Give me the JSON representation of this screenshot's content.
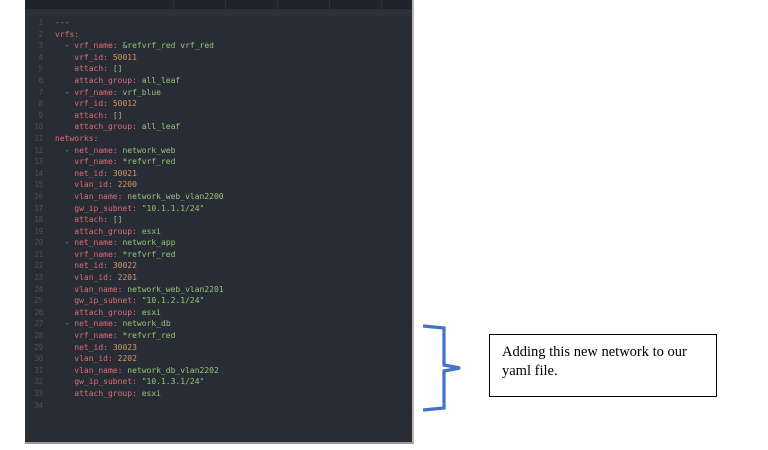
{
  "editor": {
    "theme_background": "#282c34",
    "gutter_color": "#4b5160",
    "key_color": "#e06c75",
    "value_color": "#98c379",
    "number_color": "#d19a66",
    "lines": [
      {
        "num": "1",
        "indent": 0,
        "tokens": [
          {
            "t": "---",
            "c": "t-key"
          }
        ]
      },
      {
        "num": "2",
        "indent": 0,
        "tokens": [
          {
            "t": "vrfs:",
            "c": "t-key"
          }
        ]
      },
      {
        "num": "3",
        "indent": 2,
        "tokens": [
          {
            "t": "- ",
            "c": "t-dash"
          },
          {
            "t": "vrf_name:",
            "c": "t-key"
          },
          {
            "t": " ",
            "c": "t-punct"
          },
          {
            "t": "&refvrf_red vrf_red",
            "c": "t-val"
          }
        ]
      },
      {
        "num": "4",
        "indent": 4,
        "tokens": [
          {
            "t": "vrf_id:",
            "c": "t-key"
          },
          {
            "t": " ",
            "c": "t-punct"
          },
          {
            "t": "50011",
            "c": "t-num"
          }
        ]
      },
      {
        "num": "5",
        "indent": 4,
        "tokens": [
          {
            "t": "attach:",
            "c": "t-key"
          },
          {
            "t": " ",
            "c": "t-punct"
          },
          {
            "t": "[]",
            "c": "t-val"
          }
        ]
      },
      {
        "num": "6",
        "indent": 4,
        "tokens": [
          {
            "t": "attach_group:",
            "c": "t-key"
          },
          {
            "t": " ",
            "c": "t-punct"
          },
          {
            "t": "all_leaf",
            "c": "t-val"
          }
        ]
      },
      {
        "num": "7",
        "indent": 2,
        "tokens": [
          {
            "t": "- ",
            "c": "t-dash"
          },
          {
            "t": "vrf_name:",
            "c": "t-key"
          },
          {
            "t": " ",
            "c": "t-punct"
          },
          {
            "t": "vrf_blue",
            "c": "t-val"
          }
        ]
      },
      {
        "num": "8",
        "indent": 4,
        "tokens": [
          {
            "t": "vrf_id:",
            "c": "t-key"
          },
          {
            "t": " ",
            "c": "t-punct"
          },
          {
            "t": "50012",
            "c": "t-num"
          }
        ]
      },
      {
        "num": "9",
        "indent": 4,
        "tokens": [
          {
            "t": "attach:",
            "c": "t-key"
          },
          {
            "t": " ",
            "c": "t-punct"
          },
          {
            "t": "[]",
            "c": "t-val"
          }
        ]
      },
      {
        "num": "10",
        "indent": 4,
        "tokens": [
          {
            "t": "attach_group:",
            "c": "t-key"
          },
          {
            "t": " ",
            "c": "t-punct"
          },
          {
            "t": "all_leaf",
            "c": "t-val"
          }
        ]
      },
      {
        "num": "11",
        "indent": 0,
        "tokens": [
          {
            "t": "networks:",
            "c": "t-key"
          }
        ]
      },
      {
        "num": "12",
        "indent": 2,
        "tokens": [
          {
            "t": "- ",
            "c": "t-dash"
          },
          {
            "t": "net_name:",
            "c": "t-key"
          },
          {
            "t": " ",
            "c": "t-punct"
          },
          {
            "t": "network_web",
            "c": "t-val"
          }
        ]
      },
      {
        "num": "13",
        "indent": 4,
        "tokens": [
          {
            "t": "vrf_name:",
            "c": "t-key"
          },
          {
            "t": " ",
            "c": "t-punct"
          },
          {
            "t": "*refvrf_red",
            "c": "t-val"
          }
        ]
      },
      {
        "num": "14",
        "indent": 4,
        "tokens": [
          {
            "t": "net_id:",
            "c": "t-key"
          },
          {
            "t": " ",
            "c": "t-punct"
          },
          {
            "t": "30021",
            "c": "t-num"
          }
        ]
      },
      {
        "num": "15",
        "indent": 4,
        "tokens": [
          {
            "t": "vlan_id:",
            "c": "t-key"
          },
          {
            "t": " ",
            "c": "t-punct"
          },
          {
            "t": "2200",
            "c": "t-num"
          }
        ]
      },
      {
        "num": "16",
        "indent": 4,
        "tokens": [
          {
            "t": "vlan_name:",
            "c": "t-key"
          },
          {
            "t": " ",
            "c": "t-punct"
          },
          {
            "t": "network_web_vlan2200",
            "c": "t-val"
          }
        ]
      },
      {
        "num": "17",
        "indent": 4,
        "tokens": [
          {
            "t": "gw_ip_subnet:",
            "c": "t-key"
          },
          {
            "t": " ",
            "c": "t-punct"
          },
          {
            "t": "\"10.1.1.1/24\"",
            "c": "t-str"
          }
        ]
      },
      {
        "num": "18",
        "indent": 4,
        "tokens": [
          {
            "t": "attach:",
            "c": "t-key"
          },
          {
            "t": " ",
            "c": "t-punct"
          },
          {
            "t": "[]",
            "c": "t-val"
          }
        ]
      },
      {
        "num": "19",
        "indent": 4,
        "tokens": [
          {
            "t": "attach_group:",
            "c": "t-key"
          },
          {
            "t": " ",
            "c": "t-punct"
          },
          {
            "t": "esxi",
            "c": "t-val"
          }
        ]
      },
      {
        "num": "20",
        "indent": 2,
        "tokens": [
          {
            "t": "- ",
            "c": "t-dash"
          },
          {
            "t": "net_name:",
            "c": "t-key"
          },
          {
            "t": " ",
            "c": "t-punct"
          },
          {
            "t": "network_app",
            "c": "t-val"
          }
        ]
      },
      {
        "num": "21",
        "indent": 4,
        "tokens": [
          {
            "t": "vrf_name:",
            "c": "t-key"
          },
          {
            "t": " ",
            "c": "t-punct"
          },
          {
            "t": "*refvrf_red",
            "c": "t-val"
          }
        ]
      },
      {
        "num": "22",
        "indent": 4,
        "tokens": [
          {
            "t": "net_id:",
            "c": "t-key"
          },
          {
            "t": " ",
            "c": "t-punct"
          },
          {
            "t": "30022",
            "c": "t-num"
          }
        ]
      },
      {
        "num": "23",
        "indent": 4,
        "tokens": [
          {
            "t": "vlan_id:",
            "c": "t-key"
          },
          {
            "t": " ",
            "c": "t-punct"
          },
          {
            "t": "2201",
            "c": "t-num"
          }
        ]
      },
      {
        "num": "24",
        "indent": 4,
        "tokens": [
          {
            "t": "vlan_name:",
            "c": "t-key"
          },
          {
            "t": " ",
            "c": "t-punct"
          },
          {
            "t": "network_web_vlan2201",
            "c": "t-val"
          }
        ]
      },
      {
        "num": "25",
        "indent": 4,
        "tokens": [
          {
            "t": "gw_ip_subnet:",
            "c": "t-key"
          },
          {
            "t": " ",
            "c": "t-punct"
          },
          {
            "t": "\"10.1.2.1/24\"",
            "c": "t-str"
          }
        ]
      },
      {
        "num": "26",
        "indent": 4,
        "tokens": [
          {
            "t": "attach_group:",
            "c": "t-key"
          },
          {
            "t": " ",
            "c": "t-punct"
          },
          {
            "t": "esxi",
            "c": "t-val"
          }
        ]
      },
      {
        "num": "27",
        "indent": 2,
        "tokens": [
          {
            "t": "- ",
            "c": "t-dash"
          },
          {
            "t": "net_name:",
            "c": "t-key"
          },
          {
            "t": " ",
            "c": "t-punct"
          },
          {
            "t": "network_db",
            "c": "t-val"
          }
        ]
      },
      {
        "num": "28",
        "indent": 4,
        "tokens": [
          {
            "t": "vrf_name:",
            "c": "t-key"
          },
          {
            "t": " ",
            "c": "t-punct"
          },
          {
            "t": "*refvrf_red",
            "c": "t-val"
          }
        ]
      },
      {
        "num": "29",
        "indent": 4,
        "tokens": [
          {
            "t": "net_id:",
            "c": "t-key"
          },
          {
            "t": " ",
            "c": "t-punct"
          },
          {
            "t": "30023",
            "c": "t-num"
          }
        ]
      },
      {
        "num": "30",
        "indent": 4,
        "tokens": [
          {
            "t": "vlan_id:",
            "c": "t-key"
          },
          {
            "t": " ",
            "c": "t-punct"
          },
          {
            "t": "2202",
            "c": "t-num"
          }
        ]
      },
      {
        "num": "31",
        "indent": 4,
        "tokens": [
          {
            "t": "vlan_name:",
            "c": "t-key"
          },
          {
            "t": " ",
            "c": "t-punct"
          },
          {
            "t": "network_db_vlan2202",
            "c": "t-val"
          }
        ]
      },
      {
        "num": "32",
        "indent": 4,
        "tokens": [
          {
            "t": "gw_ip_subnet:",
            "c": "t-key"
          },
          {
            "t": " ",
            "c": "t-punct"
          },
          {
            "t": "\"10.1.3.1/24\"",
            "c": "t-str"
          }
        ]
      },
      {
        "num": "33",
        "indent": 4,
        "tokens": [
          {
            "t": "attach_group:",
            "c": "t-key"
          },
          {
            "t": " ",
            "c": "t-punct"
          },
          {
            "t": "esxi",
            "c": "t-val"
          }
        ]
      },
      {
        "num": "34",
        "indent": 0,
        "tokens": []
      }
    ]
  },
  "annotation": {
    "text": "Adding this new network to our yaml file.",
    "brace_color": "#4472c4",
    "box_border_color": "#000000",
    "box_fill_color": "#ffffff"
  }
}
